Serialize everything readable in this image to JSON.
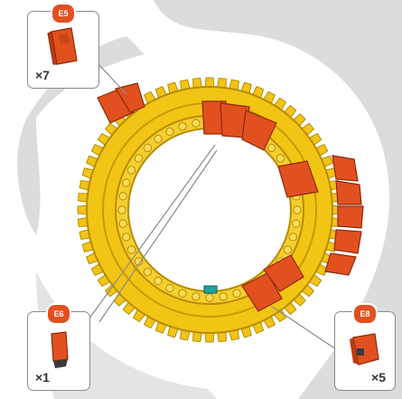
{
  "callouts": {
    "top_left": {
      "badge": "E5",
      "quantity": "×7"
    },
    "bottom_left": {
      "badge": "E6",
      "quantity": "×1"
    },
    "bottom_right": {
      "badge": "E8",
      "quantity": "×5"
    }
  },
  "colors": {
    "ring_yellow": "#f2c414",
    "ring_dark": "#c99a00",
    "part_orange": "#e2501f",
    "background_shape": "#d9d9d9",
    "teal_part": "#1aa3a0"
  },
  "icons": [
    "orange-block-part-icon",
    "orange-small-part-icon",
    "orange-wedge-part-icon"
  ]
}
